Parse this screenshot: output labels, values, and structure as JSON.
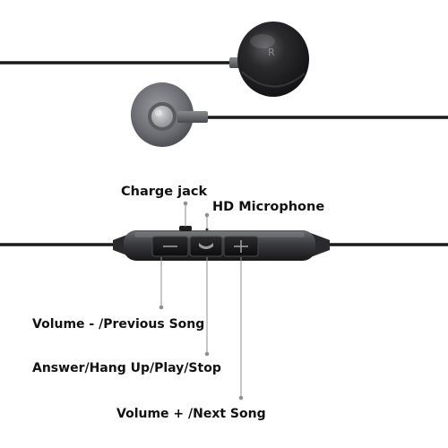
{
  "image": {
    "subject": "in-ear earphones with inline remote control",
    "background": "#ffffff",
    "colors": {
      "cable": "#1a1a1a",
      "housing_dark": "#1c1c1e",
      "housing_gunmetal": "#6e6f72",
      "label_text": "#111111"
    }
  },
  "earbud_marking": "R",
  "labels": {
    "charge_jack": "Charge jack",
    "hd_microphone": "HD Microphone",
    "volume_minus": "Volume - /Previous Song",
    "answer": "Answer/Hang Up/Play/Stop",
    "volume_plus": "Volume + /Next Song"
  },
  "remote_buttons": {
    "left_symbol": "minus",
    "middle_symbol": "phone",
    "right_symbol": "plus"
  }
}
